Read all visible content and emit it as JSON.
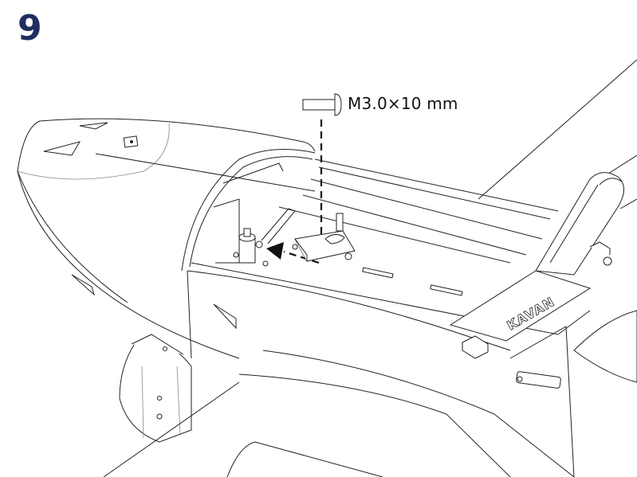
{
  "step": {
    "number": "9",
    "color": "#1f2e5e"
  },
  "callout": {
    "part_icon": "screw-icon",
    "label": "M3.0×10 mm"
  },
  "illustration": {
    "subject": "aircraft-fuselage-cockpit-servo-installation",
    "brand_mark": "KAVAN",
    "arrow_direction": "left"
  }
}
